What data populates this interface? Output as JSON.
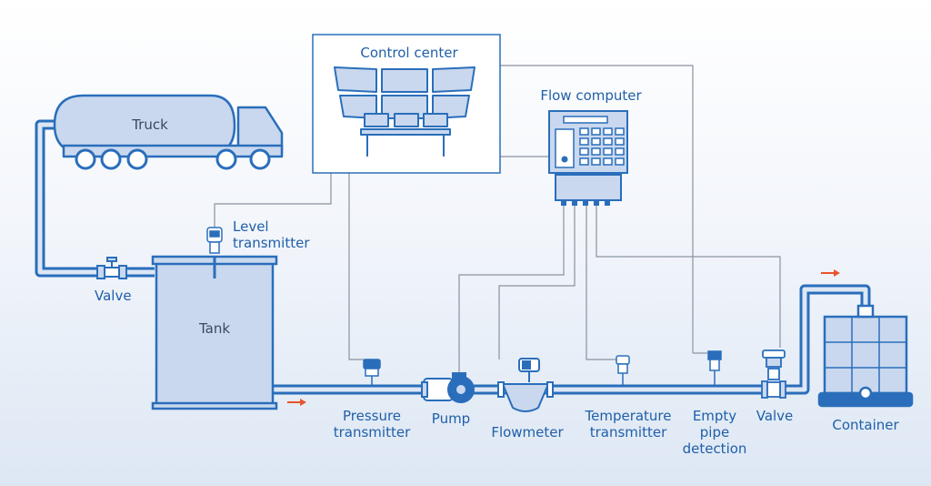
{
  "labels": {
    "control_center": "Control center",
    "flow_computer": "Flow computer",
    "truck": "Truck",
    "level_transmitter_1": "Level",
    "level_transmitter_2": "transmitter",
    "valve_left": "Valve",
    "tank": "Tank",
    "pressure_transmitter_1": "Pressure",
    "pressure_transmitter_2": "transmitter",
    "pump": "Pump",
    "flowmeter": "Flowmeter",
    "temperature_transmitter_1": "Temperature",
    "temperature_transmitter_2": "transmitter",
    "empty_pipe_1": "Empty",
    "empty_pipe_2": "pipe",
    "empty_pipe_3": "detection",
    "valve_right": "Valve",
    "container": "Container"
  },
  "colors": {
    "pipe": "#2a6ebb",
    "fill": "#c9d8ee",
    "label": "#1f5fa8",
    "signal_line": "#8a93a0",
    "flow_arrow": "#e8542c"
  }
}
